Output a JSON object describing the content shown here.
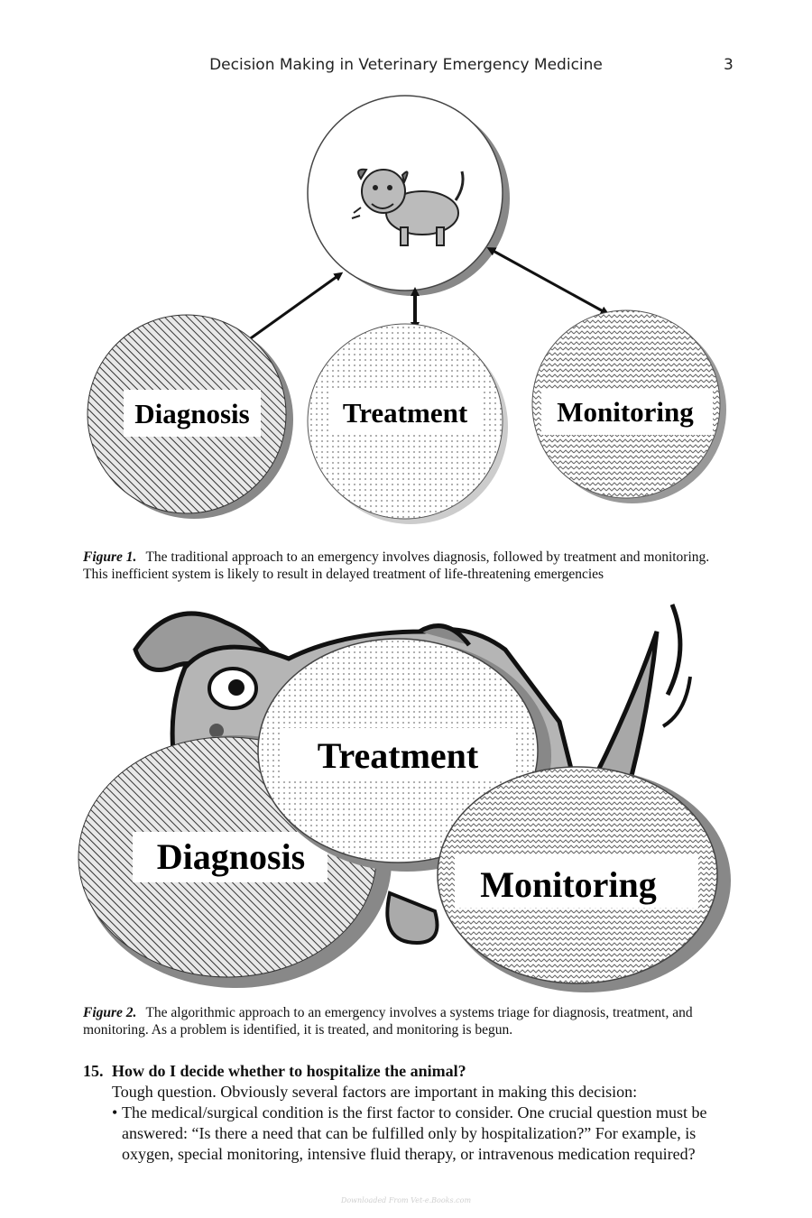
{
  "header": {
    "running_title": "Decision Making in Veterinary Emergency Medicine",
    "page_number": "3"
  },
  "figure1": {
    "labels": [
      "Diagnosis",
      "Treatment",
      "Monitoring"
    ],
    "caption_label": "Figure 1.",
    "caption_text": "The traditional approach to an emergency involves diagnosis, followed by treatment and monitoring. This inefficient system is likely to result in delayed treatment of life-threatening emergencies"
  },
  "figure2": {
    "labels": [
      "Treatment",
      "Diagnosis",
      "Monitoring"
    ],
    "caption_label": "Figure 2.",
    "caption_text": "The algorithmic approach to an emergency involves a systems triage for diagnosis, treatment, and monitoring. As a problem is identified, it is treated, and monitoring is begun."
  },
  "question": {
    "number": "15.",
    "title": "How do I decide whether to hospitalize the animal?",
    "intro": "Tough question. Obviously several factors are important in making this decision:",
    "bullets": [
      "The medical/surgical condition is the first factor to consider. One crucial question must be answered: “Is there a need that can be fulfilled only by hospitalization?” For example, is oxygen, special monitoring, intensive fluid therapy, or intravenous medication required?"
    ]
  },
  "footer": {
    "watermark": "Downloaded From Vet-e.Books.com"
  }
}
